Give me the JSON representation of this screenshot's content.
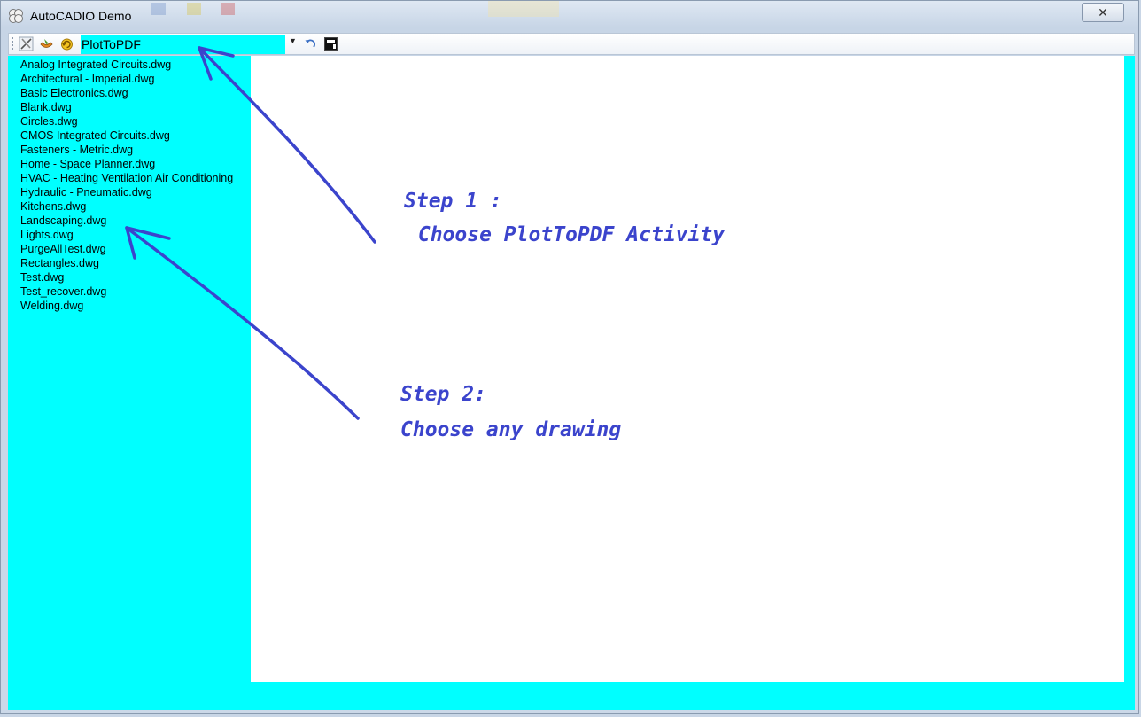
{
  "window": {
    "title": "AutoCADIO Demo",
    "close_label": "✕"
  },
  "toolbar": {
    "activity_selected": "PlotToPDF",
    "icons": [
      "settings-tools-icon",
      "run-activity-icon",
      "refresh-icon",
      "undo-icon",
      "console-icon"
    ]
  },
  "files": [
    "Analog Integrated Circuits.dwg",
    "Architectural - Imperial.dwg",
    "Basic Electronics.dwg",
    "Blank.dwg",
    "Circles.dwg",
    "CMOS Integrated Circuits.dwg",
    "Fasteners - Metric.dwg",
    "Home - Space Planner.dwg",
    "HVAC - Heating Ventilation Air Conditioning",
    "Hydraulic - Pneumatic.dwg",
    "Kitchens.dwg",
    "Landscaping.dwg",
    "Lights.dwg",
    "PurgeAllTest.dwg",
    "Rectangles.dwg",
    "Test.dwg",
    "Test_recover.dwg",
    "Welding.dwg"
  ],
  "annotations": {
    "step1_title": "Step 1 :",
    "step1_text": " Choose PlotToPDF Activity",
    "step2_title": "Step 2:",
    "step2_text": "Choose any drawing"
  },
  "colors": {
    "panel_background": "#00ffff",
    "annotation": "#3b44cc"
  }
}
